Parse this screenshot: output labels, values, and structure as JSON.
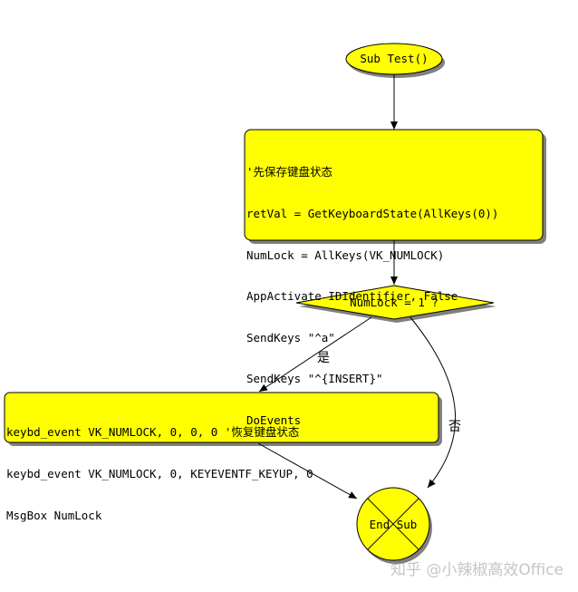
{
  "colors": {
    "node_fill": "#ffff00",
    "stroke": "#000000"
  },
  "start_node": {
    "label": "Sub Test()"
  },
  "process_node": {
    "lines": [
      "'先保存键盘状态",
      "retVal = GetKeyboardState(AllKeys(0))",
      "NumLock = AllKeys(VK_NUMLOCK)",
      "AppActivate IDIdentifier, False",
      "SendKeys \"^a\"",
      "SendKeys \"^{INSERT}\"",
      "DoEvents"
    ]
  },
  "decision_node": {
    "label": "NumLock = 1 ?"
  },
  "yes_node": {
    "lines": [
      "keybd_event VK_NUMLOCK, 0, 0, 0 '恢复键盘状态",
      "keybd_event VK_NUMLOCK, 0, KEYEVENTF_KEYUP, 0",
      "MsgBox NumLock"
    ]
  },
  "end_node": {
    "label": "End Sub"
  },
  "edges": {
    "yes_label": "是",
    "no_label": "否"
  },
  "watermark": "知乎 @小辣椒高效Office"
}
